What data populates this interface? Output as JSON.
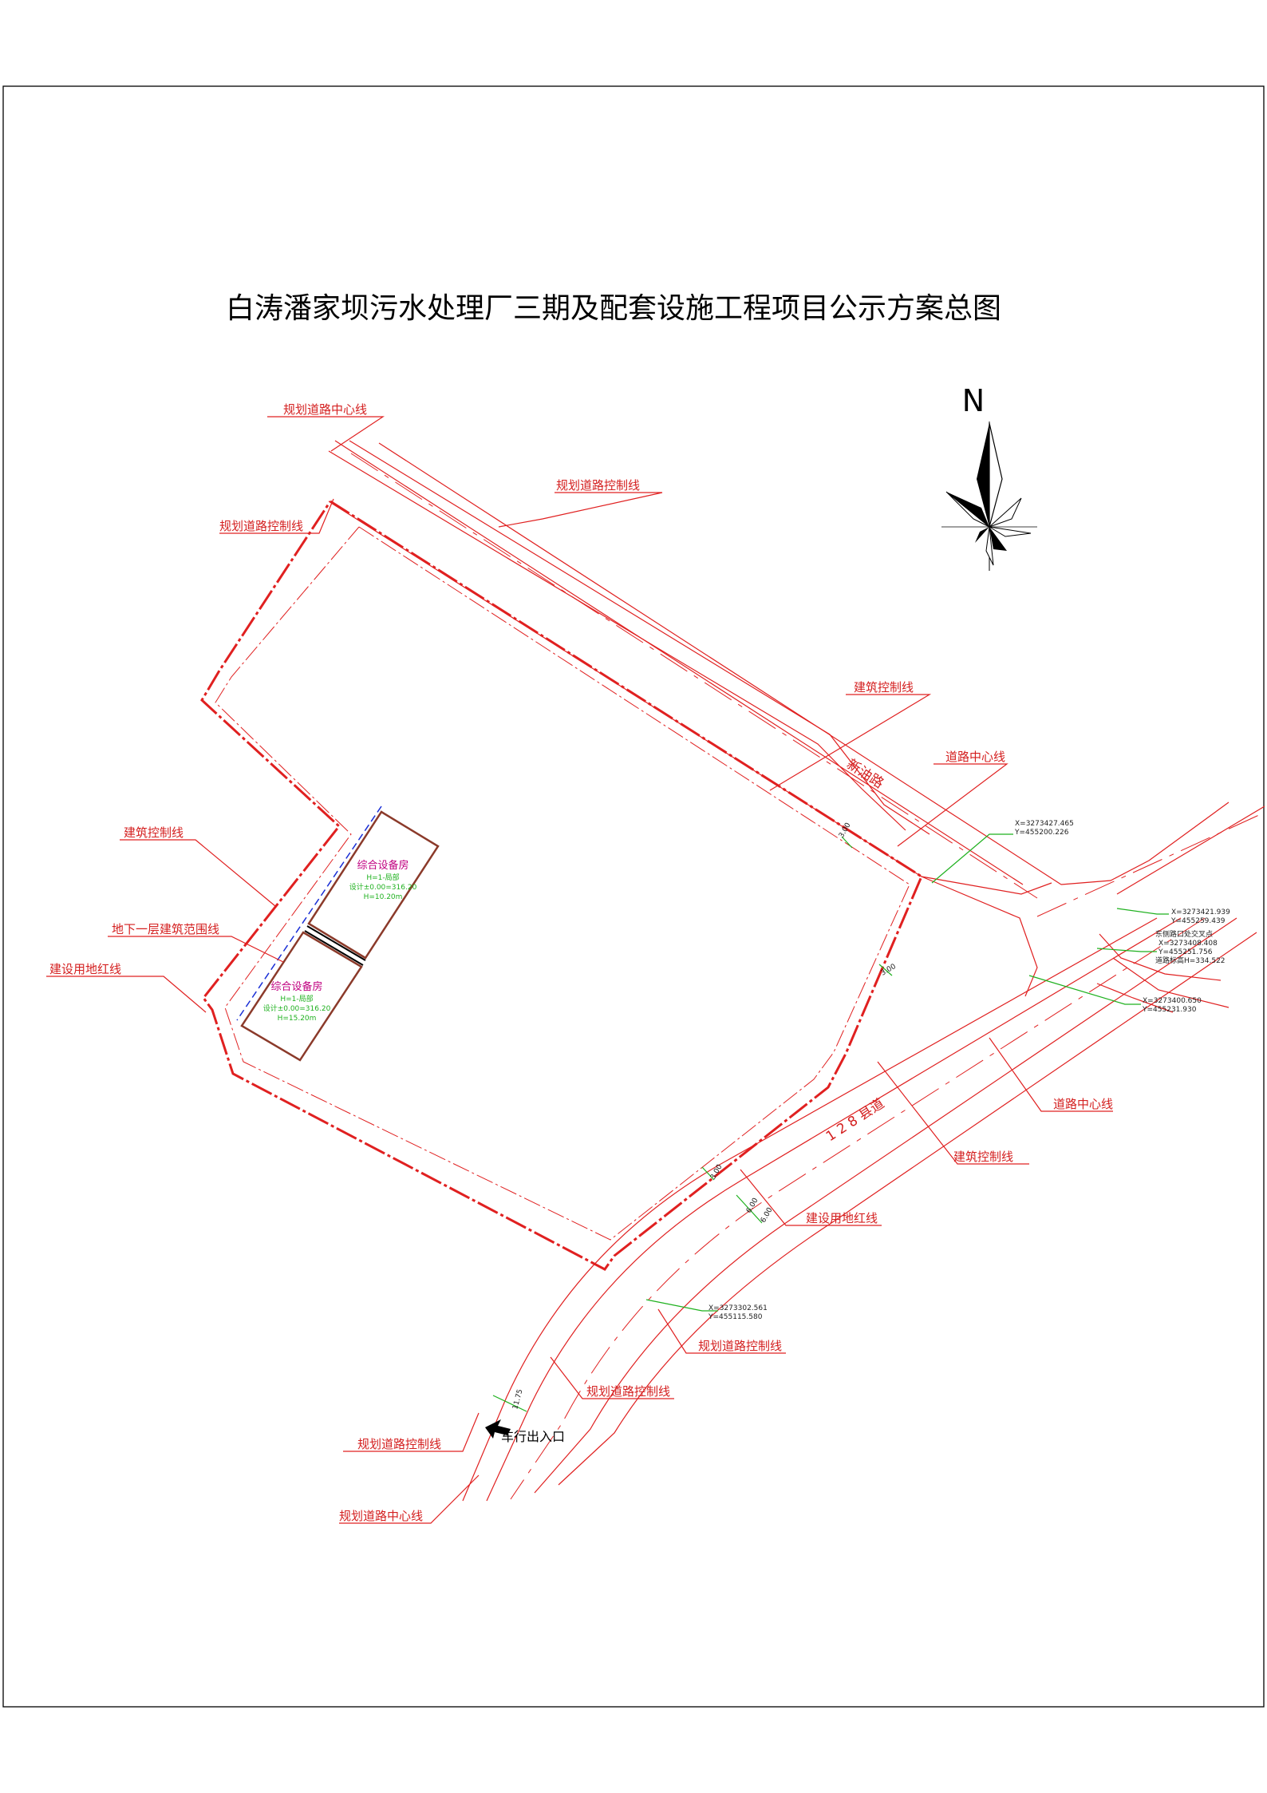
{
  "title": "白涛潘家坝污水处理厂三期及配套设施工程项目公示方案总图",
  "north_label": "N",
  "icons": {
    "compass": "north-arrow-compass-icon",
    "entrance": "entrance-arrow-icon"
  },
  "colors": {
    "red_line": "#e02020",
    "leader": "#e02020",
    "green": "#1fb11f",
    "building": "#8b3a2a",
    "basement": "#1a2fd6",
    "text": "#000000"
  },
  "labels": {
    "planned_road_centerline_top": "规划道路中心线",
    "planned_road_control_top_right": "规划道路控制线",
    "planned_road_control_top_left": "规划道路控制线",
    "building_control_top": "建筑控制线",
    "road_centerline_right": "道路中心线",
    "building_control_left": "建筑控制线",
    "basement_range": "地下一层建筑范围线",
    "red_line_left": "建设用地红线",
    "road_centerline_right2": "道路中心线",
    "building_control_right2": "建筑控制线",
    "red_line_right2": "建设用地红线",
    "planned_road_control_r3": "规划道路控制线",
    "planned_road_control_r4": "规划道路控制线",
    "planned_road_control_bl": "规划道路控制线",
    "planned_road_centerline_bl": "规划道路中心线"
  },
  "roads": {
    "xinyou": "新油路",
    "county": "1 2 8 县道"
  },
  "buildings": [
    {
      "name": "综合设备房",
      "line1": "H=1-局部",
      "line2": "设计±0.00=316.20",
      "line3": "H=10.20m"
    },
    {
      "name": "综合设备房",
      "line1": "H=1-局部",
      "line2": "设计±0.00=316.20",
      "line3": "H=15.20m"
    }
  ],
  "coordinates": {
    "c1": {
      "x": "X=3273427.465",
      "y": "Y=455200.226"
    },
    "c2": {
      "x": "X=3273421.939",
      "y": "Y=455259.439"
    },
    "c3": {
      "head": "东侧路口处交叉点",
      "x": "X=3273408.408",
      "y": "Y=455251.756",
      "z": "道路标高H=334.522"
    },
    "c4": {
      "x": "X=3273400.650",
      "y": "Y=455231.930"
    },
    "c5": {
      "x": "X=3273302.561",
      "y": "Y=455115.580"
    }
  },
  "dimensions": {
    "d1": "3.00",
    "d2": "3.00",
    "d3": "3.00",
    "d4": "6.00",
    "d5": "6.00",
    "d6": "11.75"
  },
  "entrance_label": "车行出入口"
}
